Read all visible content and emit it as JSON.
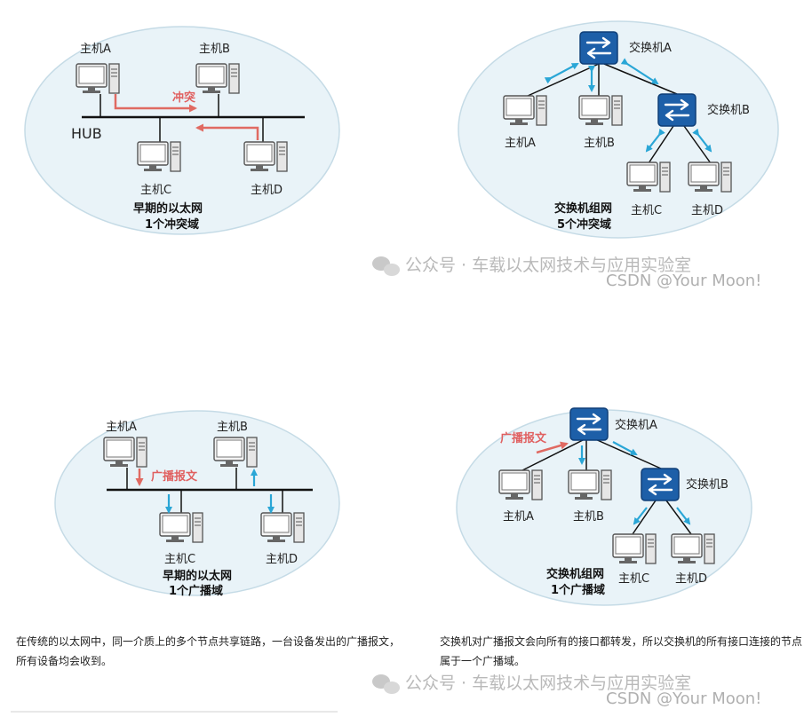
{
  "panels": {
    "tl": {
      "host_a": "主机A",
      "host_b": "主机B",
      "host_c": "主机C",
      "host_d": "主机D",
      "hub": "HUB",
      "collision": "冲突",
      "title_line1": "早期的以太网",
      "title_line2": "1个冲突域"
    },
    "tr": {
      "switch_a": "交换机A",
      "switch_b": "交换机B",
      "host_a": "主机A",
      "host_b": "主机B",
      "host_c": "主机C",
      "host_d": "主机D",
      "title_line1": "交换机组网",
      "title_line2": "5个冲突域"
    },
    "bl": {
      "host_a": "主机A",
      "host_b": "主机B",
      "host_c": "主机C",
      "host_d": "主机D",
      "broadcast": "广播报文",
      "title_line1": "早期的以太网",
      "title_line2": "1个广播域"
    },
    "br": {
      "switch_a": "交换机A",
      "switch_b": "交换机B",
      "host_a": "主机A",
      "host_b": "主机B",
      "host_c": "主机C",
      "host_d": "主机D",
      "broadcast": "广播报文",
      "title_line1": "交换机组网",
      "title_line2": "1个广播域"
    }
  },
  "captions": {
    "left": "在传统的以太网中，同一介质上的多个节点共享链路，一台设备发出的广播报文，所有设备均会收到。",
    "right": "交换机对广播报文会向所有的接口都转发，所以交换机的所有接口连接的节点属于一个广播域。"
  },
  "watermarks": {
    "wechat": "公众号 · 车载以太网技术与应用实验室",
    "csdn": "CSDN @Your Moon!"
  },
  "colors": {
    "ellipse": "#e9f3f8",
    "ellipse_stroke": "#c5dbe6",
    "switch": "#1d5fa8",
    "arrow_blue": "#2aa6d6",
    "arrow_red": "#e06a62"
  }
}
